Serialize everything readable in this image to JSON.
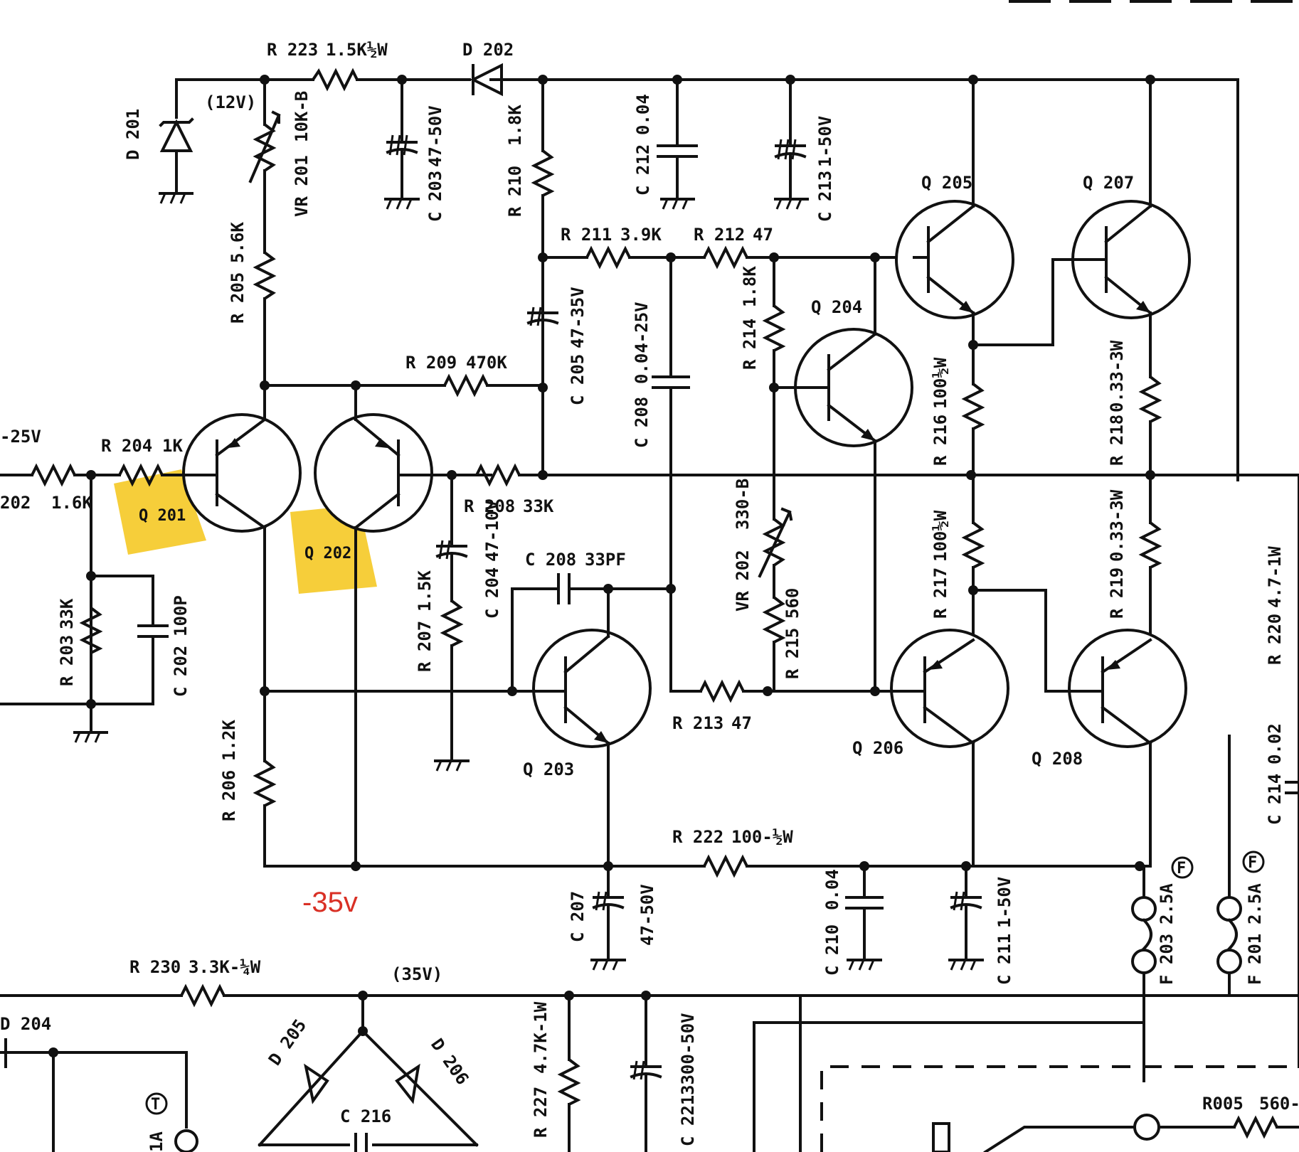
{
  "accent_colors": {
    "highlight": "#f5c518",
    "annotation": "#d93025"
  },
  "labels": {
    "r223": "R 223",
    "r223_val": "1.5K½W",
    "d202": "D 202",
    "d201": "D 201",
    "d201_volt": "(12V)",
    "vr201": "VR 201",
    "vr201_val": "10K-B",
    "c203": "C 203",
    "c203_val": "47-50V",
    "r210": "R 210",
    "r210_val": "1.8K",
    "c212": "C 212",
    "c212_val": "0.04",
    "c213": "C 213",
    "c213_val": "1-50V",
    "q205": "Q 205",
    "q207": "Q 207",
    "q204": "Q 204",
    "r205": "R 205",
    "r205_val": "5.6K",
    "r211": "R 211",
    "r211_val": "3.9K",
    "r212": "R 212",
    "r212_val": "47",
    "c205": "C 205",
    "c205_val": "47-35V",
    "c208a": "C 208",
    "c208a_val": "0.04-25V",
    "r214": "R 214",
    "r214_val": "1.8K",
    "r209": "R 209",
    "r209_val": "470K",
    "r216": "R 216",
    "r216_val": "100½W",
    "r218": "R 218",
    "r218_val": "0.33-3W",
    "v_in": "-25V",
    "r204": "R 204",
    "r204_val": "1K",
    "r202": "202",
    "r202_val": "1.6K",
    "q201": "Q 201",
    "q202": "Q 202",
    "r208": "R 208",
    "r208_val": "33K",
    "vr202": "VR 202",
    "vr202_val": "330-B",
    "r217": "R 217",
    "r217_val": "100½W",
    "r219": "R 219",
    "r219_val": "0.33-3W",
    "r220": "R 220",
    "r220_val": "4.7-1W",
    "c208b": "C 208",
    "c208b_val": "33PF",
    "c204": "C 204",
    "c204_val": "47-10V",
    "r207": "R 207",
    "r207_val": "1.5K",
    "r215": "R 215",
    "r215_val": "560",
    "r203": "R 203",
    "r203_val": "33K",
    "c202": "C 202",
    "c202_val": "100P",
    "q203": "Q 203",
    "r213": "R 213",
    "r213_val": "47",
    "q206": "Q 206",
    "q208": "Q 208",
    "r206": "R 206",
    "r206_val": "1.2K",
    "c214": "C 214",
    "c214_val": "0.02",
    "r222": "R 222",
    "r222_val": "100-½W",
    "neg35": "-35v",
    "c207": "C 207",
    "c207_val": "47-50V",
    "c210": "C 210",
    "c210_val": "0.04",
    "c211": "C 211",
    "c211_val": "1-50V",
    "f203": "F 203",
    "f203_val": "2.5A",
    "f201": "F 201",
    "f201_val": "2.5A",
    "fuse_mark": "F",
    "r230": "R 230",
    "r230_val": "3.3K-¼W",
    "v35": "(35V)",
    "d204": "D 204",
    "d205": "D 205",
    "d206": "D 206",
    "c216": "C 216",
    "r227": "R 227",
    "r227_val": "4.7K-1W",
    "c221": "C 221",
    "c221_val": "3300-50V",
    "r005": "R005",
    "r005_val": "560-",
    "fuse_1a": "1A",
    "t_mark": "T"
  }
}
